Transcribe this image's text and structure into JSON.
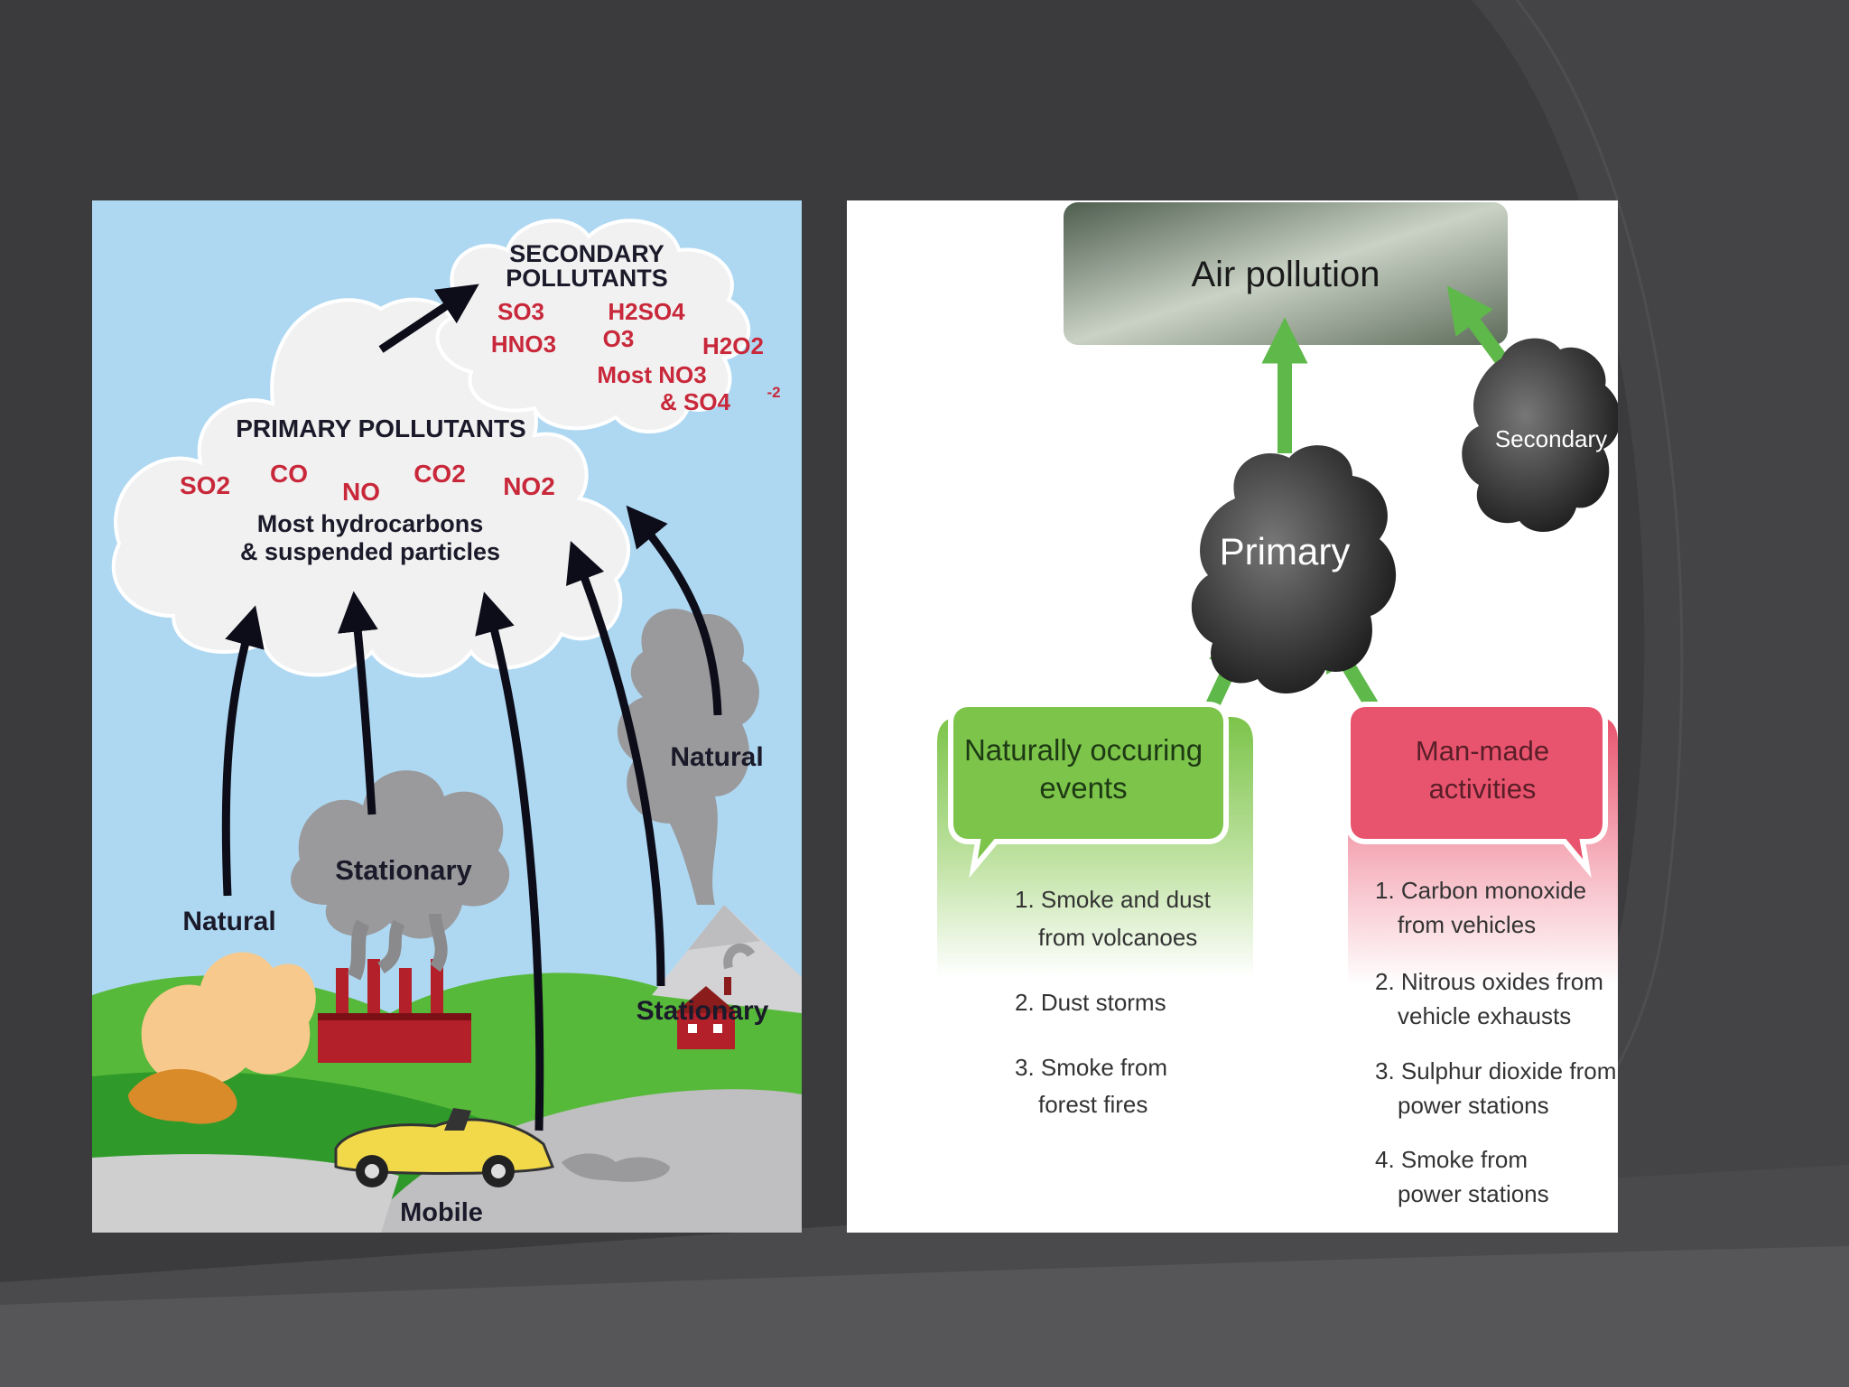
{
  "colors": {
    "slide_bg": "#3b3b3d",
    "sky": "#aed8f2",
    "chemical_red": "#c8283a",
    "natural_green": "#7cc44a",
    "manmade_pink": "#e8546e",
    "arrow_green": "#5fb84a"
  },
  "left_diagram": {
    "secondary": {
      "title_line1": "SECONDARY",
      "title_line2": "POLLUTANTS",
      "so3": "SO3",
      "h2so4": "H2SO4",
      "hno3": "HNO3",
      "o3": "O3",
      "h2o2": "H2O2",
      "most_no3": "Most NO3",
      "so4": "& SO4",
      "so4_charge": "-2"
    },
    "primary": {
      "title": "PRIMARY POLLUTANTS",
      "so2": "SO2",
      "co": "CO",
      "no": "NO",
      "co2": "CO2",
      "no2": "NO2",
      "line1": "Most hydrocarbons",
      "line2": "& suspended particles"
    },
    "sources": {
      "natural_left": "Natural",
      "stationary_factory": "Stationary",
      "natural_volcano": "Natural",
      "stationary_house": "Stationary",
      "mobile": "Mobile"
    }
  },
  "right_diagram": {
    "air_pollution": "Air pollution",
    "secondary": "Secondary",
    "primary": "Primary",
    "natural_box": {
      "line1": "Naturally occuring",
      "line2": "events",
      "items": [
        [
          "1. Smoke and dust",
          "from volcanoes"
        ],
        [
          "2. Dust storms"
        ],
        [
          "3. Smoke from",
          "forest fires"
        ]
      ]
    },
    "manmade_box": {
      "line1": "Man-made",
      "line2": "activities",
      "items": [
        [
          "1. Carbon monoxide",
          "from vehicles"
        ],
        [
          "2. Nitrous oxides from",
          "vehicle exhausts"
        ],
        [
          "3. Sulphur dioxide from",
          "power stations"
        ],
        [
          "4. Smoke from",
          "power stations"
        ]
      ]
    }
  }
}
